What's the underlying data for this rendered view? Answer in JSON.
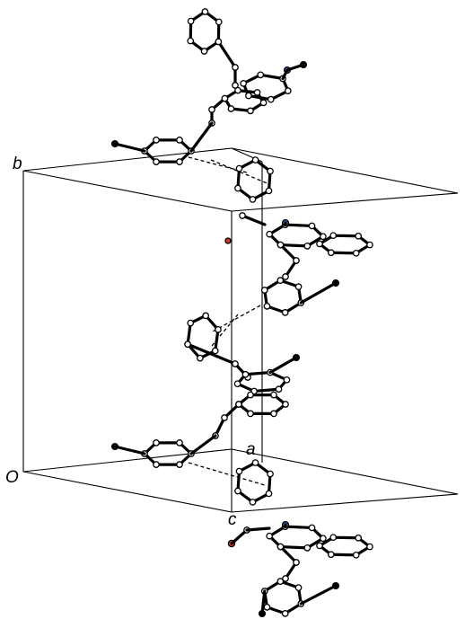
{
  "figure": {
    "axis_labels": {
      "b": "b",
      "origin": "O",
      "a": "a",
      "c": "c"
    },
    "colors": {
      "background": "#ffffff",
      "bond": "#000000",
      "carbon": "#ffffff",
      "nitrogen": "#3a5fb0",
      "oxygen": "#d23a2a"
    }
  }
}
